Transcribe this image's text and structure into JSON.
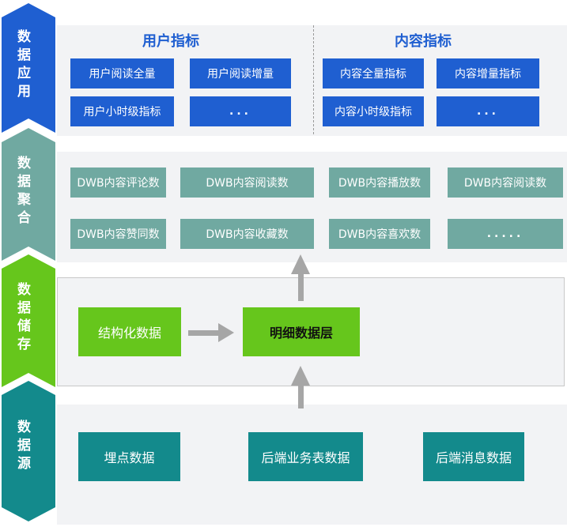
{
  "layers": {
    "application": {
      "label": [
        "数",
        "据",
        "应",
        "用"
      ],
      "user_title": "用户指标",
      "content_title": "内容指标",
      "user_boxes": [
        "用户阅读全量",
        "用户阅读增量",
        "用户小时级指标",
        "..."
      ],
      "content_boxes": [
        "内容全量指标",
        "内容增量指标",
        "内容小时级指标",
        "..."
      ]
    },
    "aggregation": {
      "label": [
        "数",
        "据",
        "聚",
        "合"
      ],
      "boxes": [
        "DWB内容评论数",
        "DWB内容阅读数",
        "DWB内容播放数",
        "DWB内容阅读数",
        "DWB内容赞同数",
        "DWB内容收藏数",
        "DWB内容喜欢数",
        "....."
      ]
    },
    "storage": {
      "label": [
        "数",
        "据",
        "储",
        "存"
      ],
      "structured": "结构化数据",
      "detail": "明细数据层"
    },
    "source": {
      "label": [
        "数",
        "据",
        "源"
      ],
      "boxes": [
        "埋点数据",
        "后端业务表数据",
        "后端消息数据"
      ]
    }
  },
  "colors": {
    "application": "#1f5fd1",
    "aggregation": "#70a9a1",
    "storage": "#66c61c",
    "source": "#138a8c",
    "arrow": "#a6a6a6"
  }
}
